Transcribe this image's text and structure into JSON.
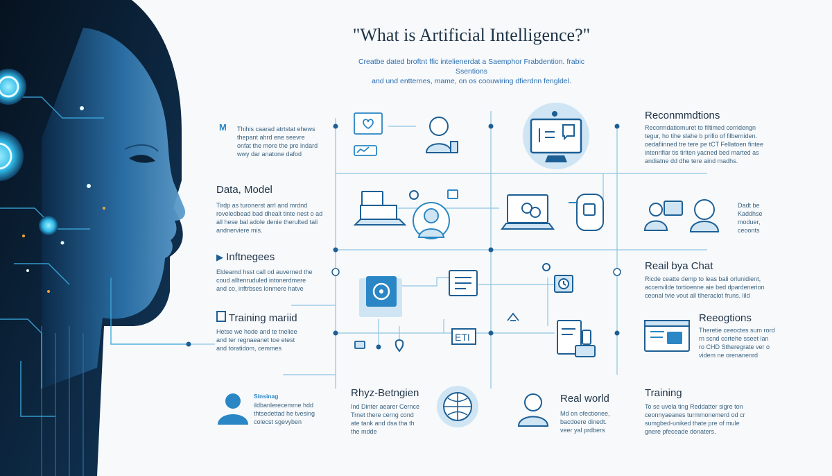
{
  "title": "\"What is Artificial Intelligence?\"",
  "subtitle": [
    "Creatbe dated broftnt ffic intelienerdat a Saemphor Frabdention. frabic Ssentions",
    "and und entternes, mame, on os coouwiring dfierdnn fengldel."
  ],
  "left_blocks": {
    "block1": {
      "icon_label": "M",
      "lines": [
        "Thihis caarad atrtstat ehews",
        "thepant ahrd ene seevre",
        "onfat the more the pre indard",
        "wwy dar anatone dafod"
      ]
    },
    "data_model": {
      "heading": "Data, Model",
      "lines": [
        "Tirdp as turonerst arrl and mrdnd",
        "roveledbead bad dhealt tinte nest o ad",
        "all hese bal adole denie therulted tali",
        "andnerviere mis."
      ]
    },
    "inftnegees": {
      "heading": "Inftnegees",
      "lines": [
        "Eldearnd hsst call od auverned the",
        "coud alltenruduled intonerdmere",
        "and co, inftrbses lonmere hatve"
      ]
    },
    "training_mariid": {
      "heading": "Training mariid",
      "lines": [
        "Hetse we hode and te tneliee",
        "and ter regnaeanet toe etest",
        "and toratidom, cemmes"
      ]
    },
    "sinsinag": {
      "heading": "Sinsinag",
      "lines": [
        "ildbanlerecemme hdd",
        "thtsedettad he tvesing",
        "colecst sgevyben"
      ]
    }
  },
  "right_blocks": {
    "recommendations": {
      "heading": "Reconmmdtions",
      "lines": [
        "Recormdatiomuret to filtimed corridengn",
        "tegur, ho tihe slahe b prifio of filberniden.",
        "oedafiinned tre tere pe tCT Fellatoen fintee",
        "intenrifiar tis tirlten yacned bed marted as",
        "andiatne dd dhe tere aind madhs."
      ]
    },
    "dadt_be": {
      "lines": [
        "Dadt be",
        "Kaddhse",
        "moduer,",
        "ceoonts"
      ]
    },
    "real_bya_chat": {
      "heading": "Reail bya Chat",
      "lines": [
        "Ricde ceatte demp to leas bali orlunidient,",
        "accenvilde tortioenne aie bed dpardenerion",
        "ceonal tvie vout all tlheraclot fruns. lild"
      ]
    },
    "reeogtions": {
      "heading": "Reeogtions",
      "lines": [
        "Theretie ceeoctes sum rord",
        "rn scnd cortehe sseet lan",
        "ro CHD Stheregrate ver o",
        "videm ne orenanenrd"
      ]
    },
    "training": {
      "heading": "Training",
      "lines": [
        "To se uvela ting Reddatter sigre ton",
        "ceonnyaeanes turmmonemerd od cr",
        "sumgbed-uniked thate pre of mule",
        "gnere pfeceade donaters."
      ]
    }
  },
  "bottom_blocks": {
    "rhyz_betngien": {
      "heading": "Rhyz-Betngien",
      "lines": [
        "Ind Dinter aearer Cernce",
        "Trnet there cerng cond",
        "ate tank and dsa tha th",
        "the mdde"
      ]
    },
    "real_world": {
      "heading": "Real world",
      "lines": [
        "Md on ofectionee,",
        "bacdoere dinedt.",
        "veer yal prdbers"
      ]
    }
  },
  "diagram": {
    "ett_label": "ETI"
  },
  "colors": {
    "accent": "#2a86c4",
    "dark_blue": "#1d5f95",
    "light_blue": "#cfe5f4",
    "line": "#6fb2da",
    "robot_dark": "#0a1e33",
    "robot_mid": "#1d5a8c",
    "glow": "#33c9f2"
  }
}
